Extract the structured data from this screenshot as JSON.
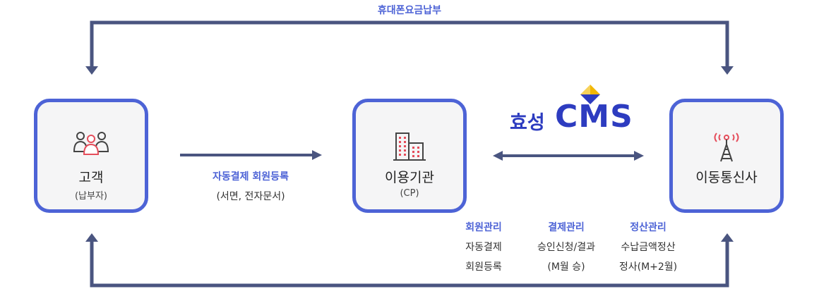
{
  "top_flow_label": "휴대폰요금납부",
  "nodes": {
    "customer": {
      "title": "고객",
      "subtitle": "(납부자)",
      "icon": "people-icon"
    },
    "institution": {
      "title": "이용기관",
      "subtitle": "(CP)",
      "icon": "building-icon"
    },
    "carrier": {
      "title": "이동통신사",
      "subtitle": "",
      "icon": "antenna-tower-icon"
    }
  },
  "arrow_customer_to_institution": {
    "label": "자동결제 회원등록",
    "sublabel": "(서면, 전자문서)"
  },
  "logo": {
    "korean": "효성",
    "english": "CMS"
  },
  "services": [
    {
      "heading": "회원관리",
      "lines": [
        "자동결제",
        "회원등록"
      ]
    },
    {
      "heading": "결제관리",
      "lines": [
        "승인신청/결과",
        "(M월 승)"
      ]
    },
    {
      "heading": "정산관리",
      "lines": [
        "수납금액정산",
        "정사(M+2월)"
      ]
    }
  ],
  "colors": {
    "accent": "#4d63d6",
    "line": "#4a5580",
    "logo_blue": "#2d3cc0",
    "logo_yellow": "#f2b705",
    "node_bg": "#f5f5f6"
  }
}
